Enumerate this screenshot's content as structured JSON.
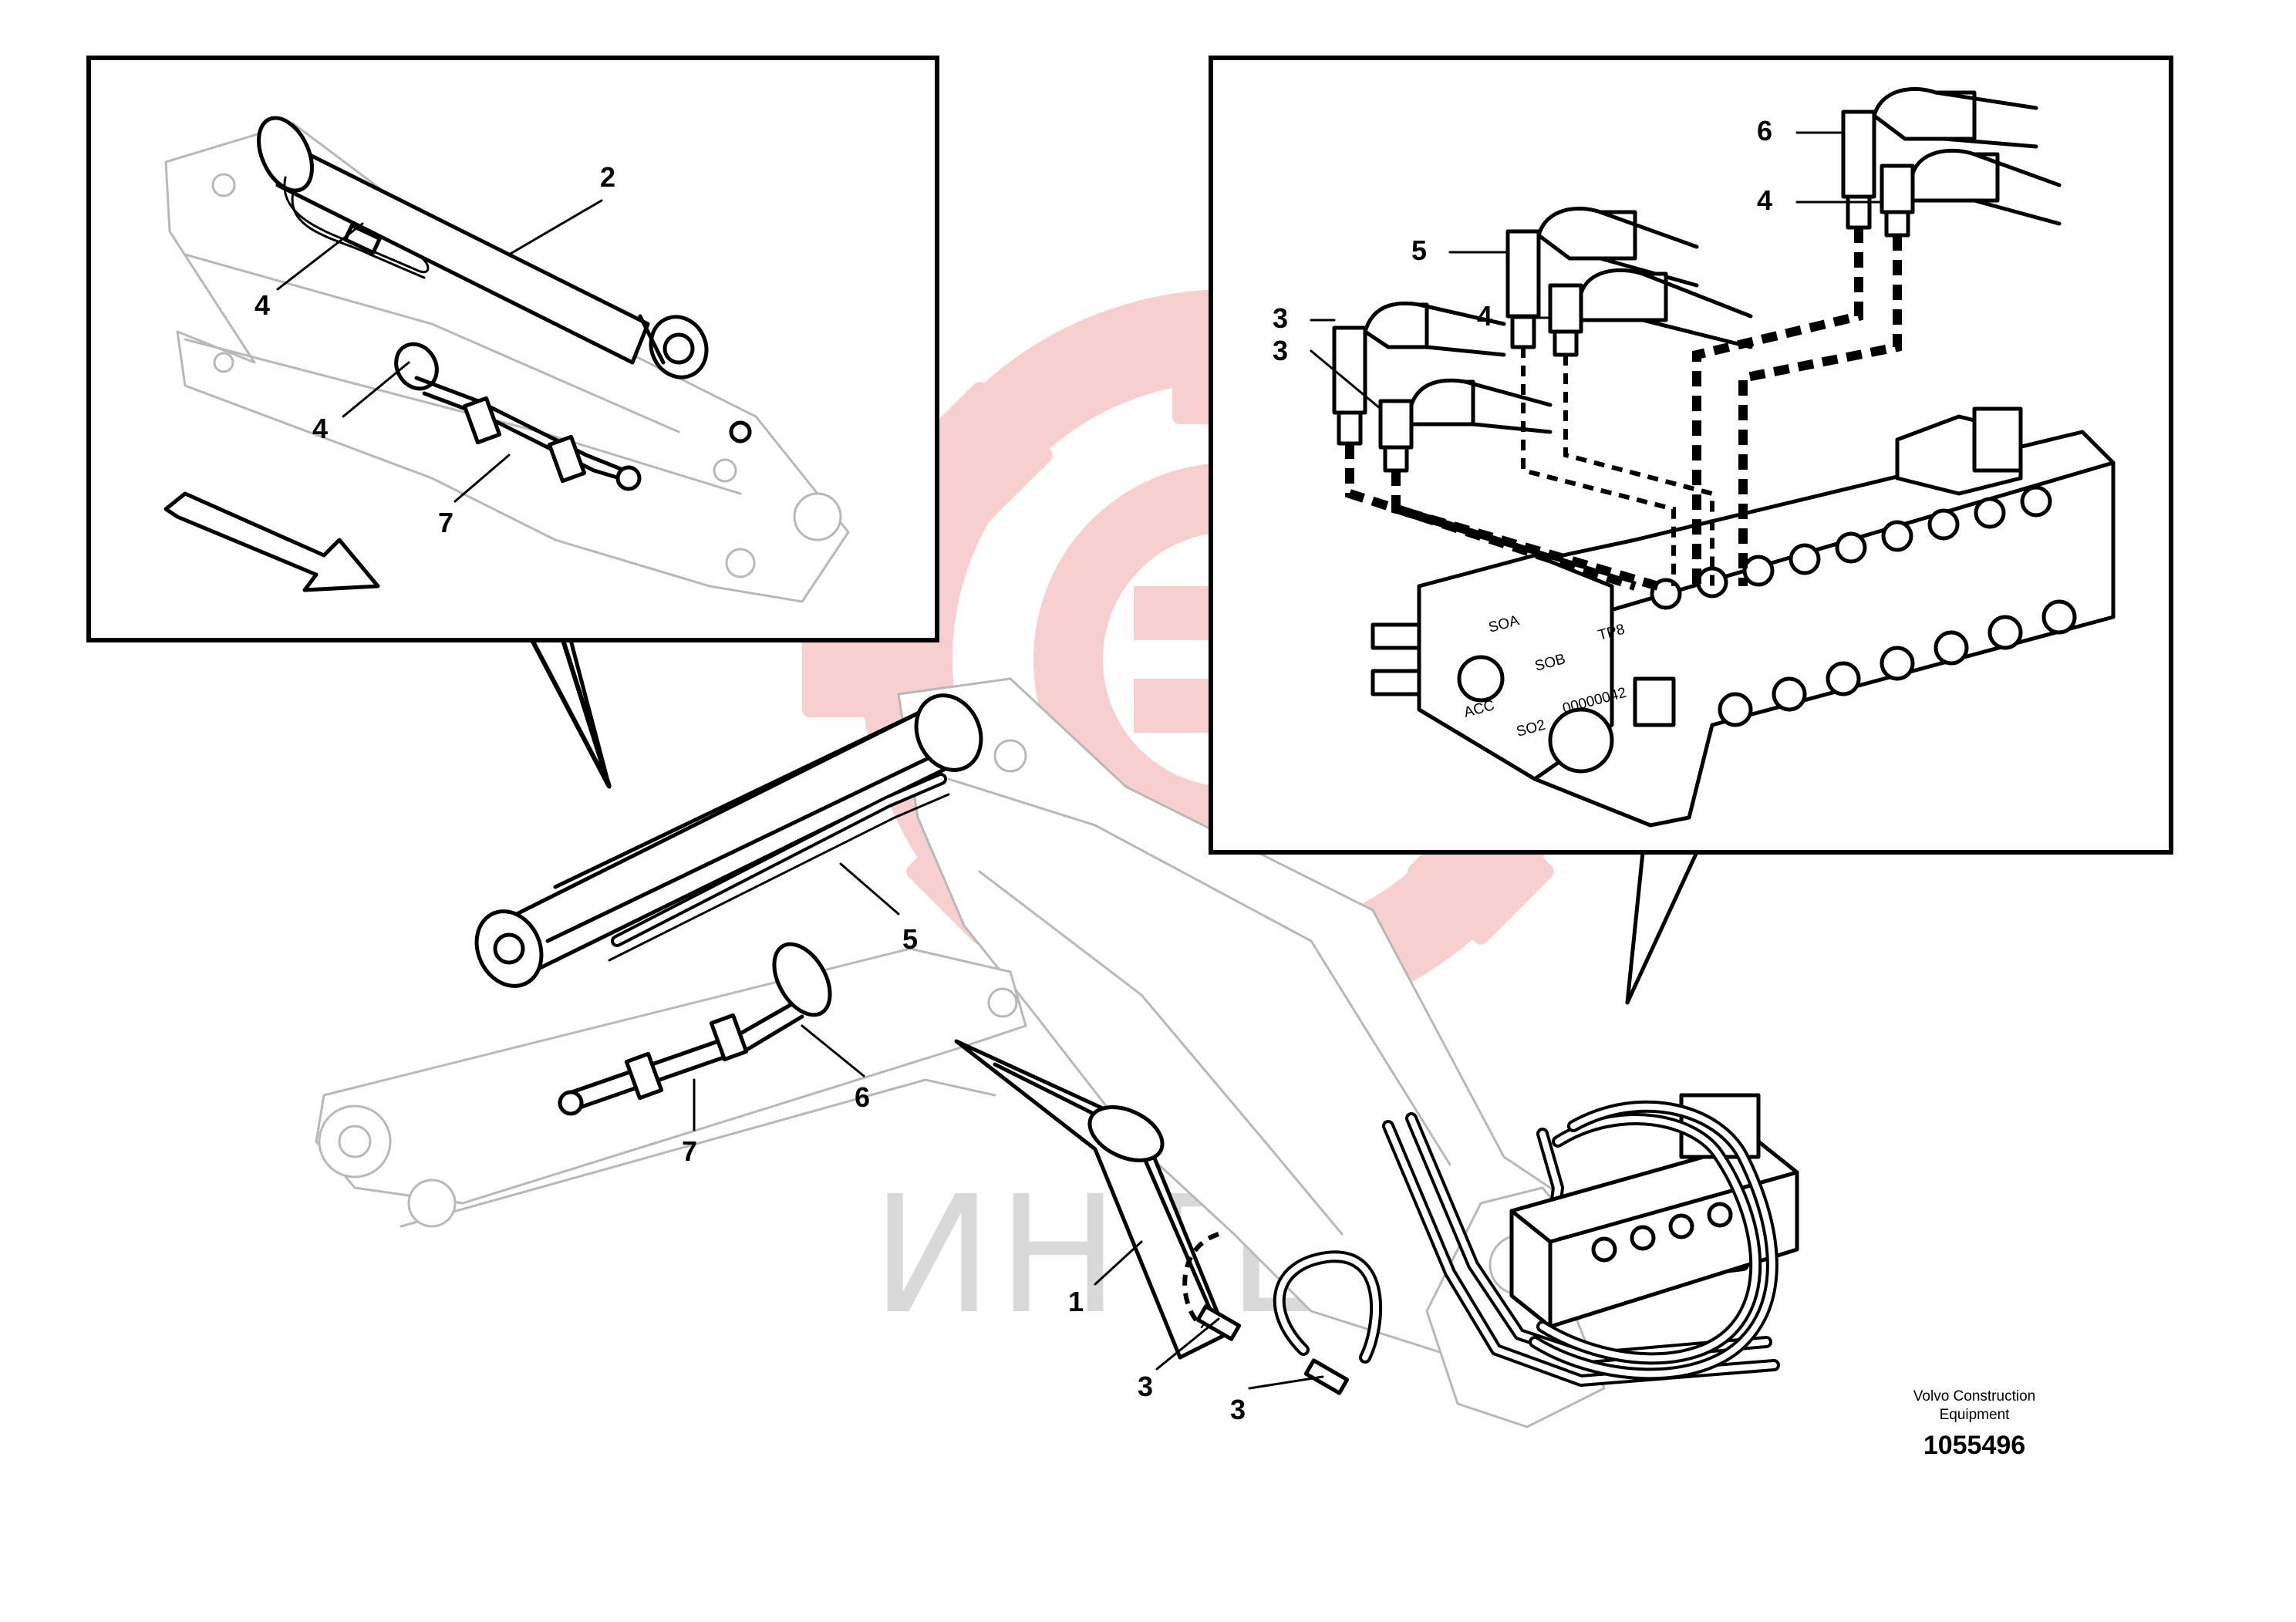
{
  "callouts": [
    {
      "id": "c-2",
      "text": "2"
    },
    {
      "id": "c-4a",
      "text": "4"
    },
    {
      "id": "c-4b",
      "text": "4"
    },
    {
      "id": "c-7a",
      "text": "7"
    },
    {
      "id": "c-6r",
      "text": "6"
    },
    {
      "id": "c-4r1",
      "text": "4"
    },
    {
      "id": "c-5r",
      "text": "5"
    },
    {
      "id": "c-4r2",
      "text": "4"
    },
    {
      "id": "c-3r1",
      "text": "3"
    },
    {
      "id": "c-3r2",
      "text": "3"
    },
    {
      "id": "c-5m",
      "text": "5"
    },
    {
      "id": "c-6m",
      "text": "6"
    },
    {
      "id": "c-7m",
      "text": "7"
    },
    {
      "id": "c-1m",
      "text": "1"
    },
    {
      "id": "c-3m1",
      "text": "3"
    },
    {
      "id": "c-3m2",
      "text": "3"
    }
  ],
  "valve_markings": [
    "SOA",
    "SOB",
    "ACC",
    "SO2",
    "TP8",
    "00000042"
  ],
  "caption": {
    "line1": "Volvo Construction",
    "line2": "Equipment",
    "drawing_number": "1055496"
  },
  "watermark": {
    "text": "ИНТЕХ",
    "color": "#f3a9a9"
  }
}
